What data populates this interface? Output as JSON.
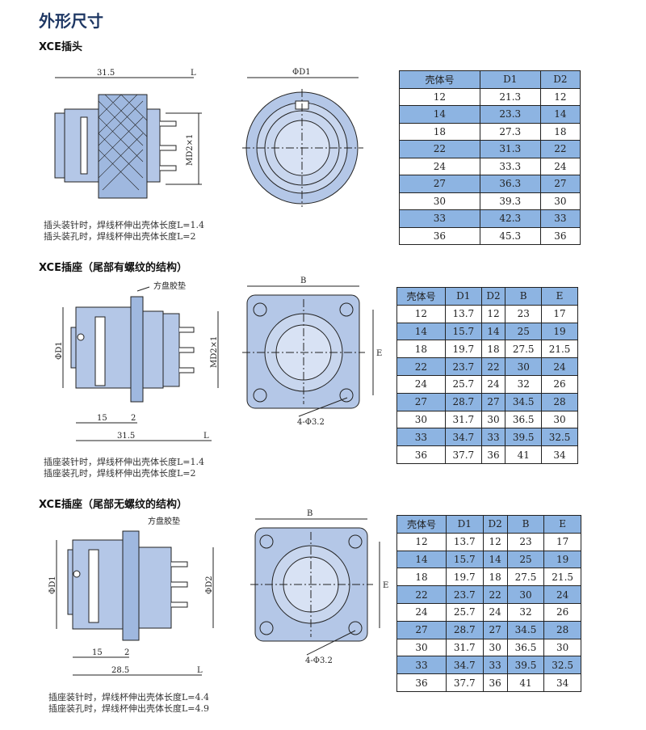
{
  "title": "外形尺寸",
  "sections": [
    {
      "heading": "XCE插头",
      "captions": [
        "插头装针时，焊线杯伸出壳体长度L=1.4",
        "插头装孔时，焊线杯伸出壳体长度L=2"
      ],
      "labels": {
        "len": "31.5",
        "l": "L",
        "md2": "MD2×1",
        "d1": "ΦD1"
      },
      "table": {
        "headers": [
          "壳体号",
          "D1",
          "D2"
        ],
        "rows": [
          [
            "12",
            "21.3",
            "12"
          ],
          [
            "14",
            "23.3",
            "14"
          ],
          [
            "18",
            "27.3",
            "18"
          ],
          [
            "22",
            "31.3",
            "22"
          ],
          [
            "24",
            "33.3",
            "24"
          ],
          [
            "27",
            "36.3",
            "27"
          ],
          [
            "30",
            "39.3",
            "30"
          ],
          [
            "33",
            "42.3",
            "33"
          ],
          [
            "36",
            "45.3",
            "36"
          ]
        ]
      }
    },
    {
      "heading": "XCE插座（尾部有螺纹的结构）",
      "captions": [
        "插座装针时，焊线杯伸出壳体长度L=1.4",
        "插座装孔时，焊线杯伸出壳体长度L=2"
      ],
      "labels": {
        "gasket": "方盘胶垫",
        "d1": "ΦD1",
        "md2": "MD2×1",
        "a": "15",
        "b": "2",
        "len": "31.5",
        "l": "L",
        "B": "B",
        "E": "E",
        "holes": "4-Φ3.2"
      },
      "table": {
        "headers": [
          "壳体号",
          "D1",
          "D2",
          "B",
          "E"
        ],
        "rows": [
          [
            "12",
            "13.7",
            "12",
            "23",
            "17"
          ],
          [
            "14",
            "15.7",
            "14",
            "25",
            "19"
          ],
          [
            "18",
            "19.7",
            "18",
            "27.5",
            "21.5"
          ],
          [
            "22",
            "23.7",
            "22",
            "30",
            "24"
          ],
          [
            "24",
            "25.7",
            "24",
            "32",
            "26"
          ],
          [
            "27",
            "28.7",
            "27",
            "34.5",
            "28"
          ],
          [
            "30",
            "31.7",
            "30",
            "36.5",
            "30"
          ],
          [
            "33",
            "34.7",
            "33",
            "39.5",
            "32.5"
          ],
          [
            "36",
            "37.7",
            "36",
            "41",
            "34"
          ]
        ]
      }
    },
    {
      "heading": "XCE插座（尾部无螺纹的结构）",
      "captions": [
        "插座装针时，焊线杯伸出壳体长度L=4.4",
        "插座装孔时，焊线杯伸出壳体长度L=4.9"
      ],
      "labels": {
        "gasket": "方盘胶垫",
        "d1": "ΦD1",
        "d2": "ΦD2",
        "a": "15",
        "b": "2",
        "len": "28.5",
        "l": "L",
        "B": "B",
        "E": "E",
        "holes": "4-Φ3.2"
      },
      "table": {
        "headers": [
          "壳体号",
          "D1",
          "D2",
          "B",
          "E"
        ],
        "rows": [
          [
            "12",
            "13.7",
            "12",
            "23",
            "17"
          ],
          [
            "14",
            "15.7",
            "14",
            "25",
            "19"
          ],
          [
            "18",
            "19.7",
            "18",
            "27.5",
            "21.5"
          ],
          [
            "22",
            "23.7",
            "22",
            "30",
            "24"
          ],
          [
            "24",
            "25.7",
            "24",
            "32",
            "26"
          ],
          [
            "27",
            "28.7",
            "27",
            "34.5",
            "28"
          ],
          [
            "30",
            "31.7",
            "30",
            "36.5",
            "30"
          ],
          [
            "33",
            "34.7",
            "33",
            "39.5",
            "32.5"
          ],
          [
            "36",
            "37.7",
            "36",
            "41",
            "34"
          ]
        ]
      }
    }
  ],
  "colors": {
    "title": "#1f3864",
    "table_header": "#8db4e2",
    "part_fill": "#b4c7e7"
  }
}
